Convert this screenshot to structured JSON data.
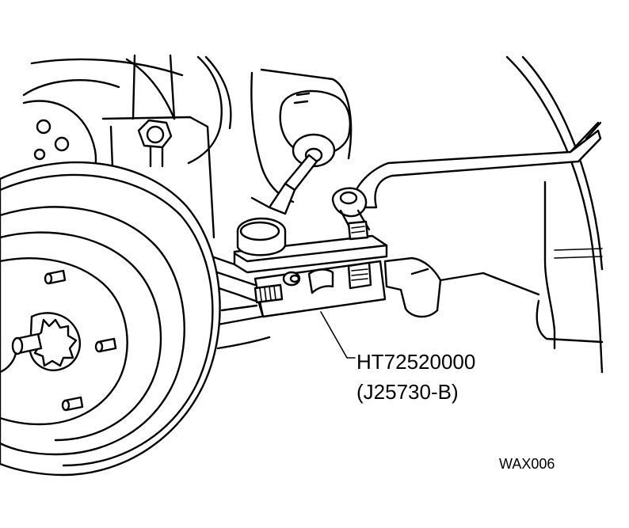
{
  "figure": {
    "tool_part_number": "HT72520000",
    "tool_alt_number": "(J25730-B)",
    "figure_code": "WAX006"
  },
  "colors": {
    "line": "#000000",
    "background": "#ffffff"
  },
  "icons": {
    "illustration": "ball-joint-separator-tool-on-front-suspension"
  }
}
